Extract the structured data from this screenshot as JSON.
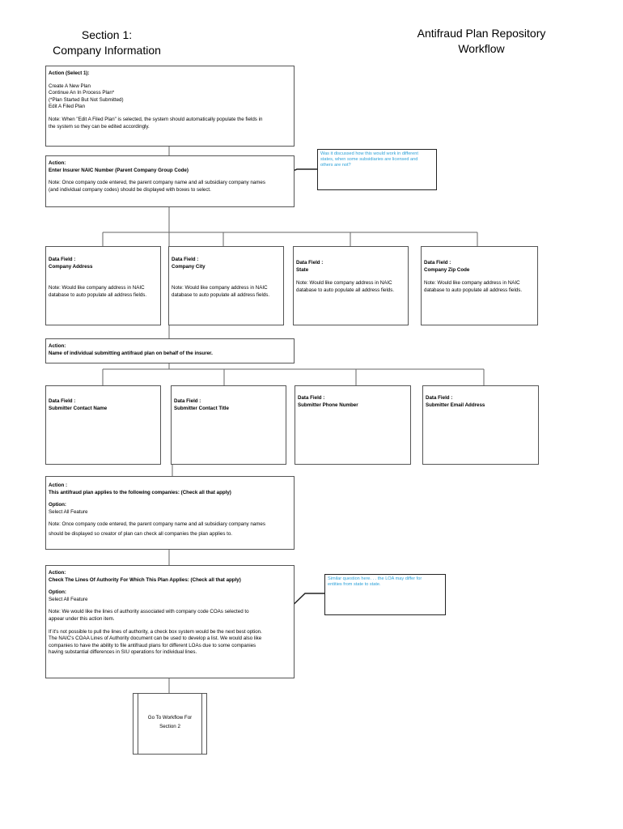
{
  "header": {
    "section_line1": "Section 1:",
    "section_line2": "Company Information",
    "workflow_line1": "Antifraud Plan Repository",
    "workflow_line2": "Workflow"
  },
  "box_action_select": {
    "title": "Action (Select 1):",
    "opt1": "Create A New Plan",
    "opt2": "Continue An In Process Plan*",
    "opt3": "(*Plan Started But Not Submitted)",
    "opt4": "Edit A Filed Plan",
    "note1": "Note: When \"Edit A Filed Plan\" is selected, the system should automatically populate the fields in",
    "note2": "the system so they can be edited accordingly."
  },
  "box_naic": {
    "label": "Action:",
    "title": "Enter Insurer NAIC Number (Parent Company Group Code)",
    "note1": "Note: Once company code entered, the parent company name and all subsidiary company names",
    "note2": "(and individual company codes) should be displayed with boxes to select."
  },
  "callout_1": {
    "text1": "Was it discussed how this would work in different",
    "text2": "states, when some subsidiaries are licensed and",
    "text3": "others are not?"
  },
  "fields_row1": [
    {
      "label": "Data Field :",
      "title": "Company Address",
      "note1": "Note: Would like company address in NAIC",
      "note2": "database to auto populate all address fields."
    },
    {
      "label": "Data Field :",
      "title": "Company City",
      "note1": "Note: Would like company address in NAIC",
      "note2": "database to auto populate all address fields."
    },
    {
      "label": "Data Field :",
      "title": "State",
      "note1": "Note: Would like company address in NAIC",
      "note2": "database to auto populate all address fields."
    },
    {
      "label": "Data Field :",
      "title": "Company Zip Code",
      "note1": "Note: Would like company address in NAIC",
      "note2": "database to auto populate all address fields."
    }
  ],
  "box_submitter": {
    "label": "Action:",
    "title": "Name of individual submitting antifraud plan on behalf of the insurer."
  },
  "fields_row2": [
    {
      "label": "Data Field :",
      "title": "Submitter Contact Name"
    },
    {
      "label": "Data Field :",
      "title": "Submitter Contact Title"
    },
    {
      "label": "Data Field :",
      "title": "Submitter Phone Number"
    },
    {
      "label": "Data Field :",
      "title": "Submitter Email Address"
    }
  ],
  "box_companies": {
    "label": "Action :",
    "title": "This antifraud plan applies to the following companies: (Check all that apply)",
    "option_label": "Option:",
    "option_value": "Select All Feature",
    "note1": "Note: Once company code entered, the parent company name and all subsidiary company names",
    "note2": "should be displayed so creator of plan can check all companies the plan applies to."
  },
  "box_loa": {
    "label": "Action:",
    "title": "Check The Lines Of Authority For Which This Plan Applies: (Check all that apply)",
    "option_label": "Option:",
    "option_value": "Select All Feature",
    "note1": "Note: We would like the lines of authority associated with company code COAs selected to",
    "note2": "appear under this action item.",
    "note3": "If it's not possible to pull the lines of authority, a check box system would be the next best option.",
    "note4": "The NAIC's COAA Lines of Authority document can be used to develop a list. We would also like",
    "note5": "companies to have the ability to file antifraud plans for different LOAs due to some companies",
    "note6": "having substantial differences in SIU operations for individual lines."
  },
  "callout_2": {
    "text1": "Similar question here. . . the LOA may differ for",
    "text2": "entities from state to state."
  },
  "end_box": {
    "line1": "Go To Workflow For",
    "line2": "Section 2"
  },
  "colors": {
    "callout_text": "#2aa0d8",
    "box_border": "#555555",
    "connector": "#666666"
  }
}
